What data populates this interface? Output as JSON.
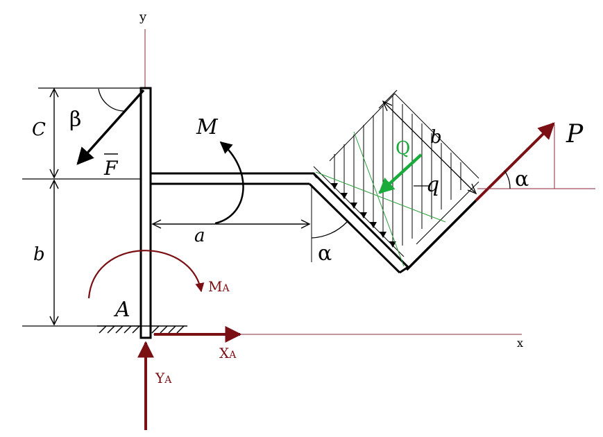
{
  "axes": {
    "x": "x",
    "y": "y"
  },
  "dims": {
    "c": "C",
    "b_left": "b",
    "a": "a",
    "b_incline": "b"
  },
  "angles": {
    "beta": "β",
    "alpha_lower": "α",
    "alpha_p": "α"
  },
  "loads": {
    "F": "F",
    "M": "M",
    "P": "P",
    "Q": "Q",
    "q": "q",
    "MA": {
      "main": "M",
      "sub": "A"
    },
    "XA": {
      "main": "X",
      "sub": "A"
    },
    "YA": {
      "main": "Y",
      "sub": "A"
    }
  },
  "support_label": "A",
  "colors": {
    "structure": "#000000",
    "reaction": "#7a0f14",
    "load_Q": "#1aab3c",
    "construction_line": "#2e9e3e",
    "guide_line": "#8a2a3a"
  }
}
